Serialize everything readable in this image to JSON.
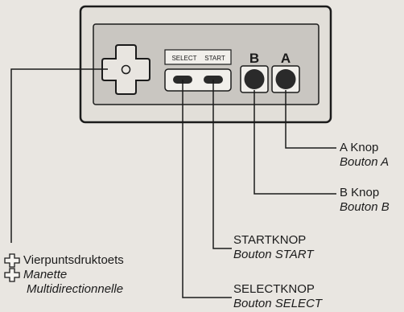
{
  "controller": {
    "select_label": "SELECT",
    "start_label": "START",
    "b_label": "B",
    "a_label": "A"
  },
  "callouts": {
    "a_button": {
      "nl": "A Knop",
      "fr": "Bouton A"
    },
    "b_button": {
      "nl": "B Knop",
      "fr": "Bouton B"
    },
    "start_button": {
      "nl": "STARTKNOP",
      "fr": "Bouton START"
    },
    "select_button": {
      "nl": "SELECTKNOP",
      "fr": "Bouton SELECT"
    },
    "dpad": {
      "nl": "Vierpuntsdruktoets",
      "fr_line1": "Manette",
      "fr_line2": "Multidirectionnelle"
    }
  },
  "colors": {
    "body": "#e2dfd9",
    "panel": "#c9c6c1",
    "ink": "#1b1b1b",
    "button_dark": "#2a2a2a"
  }
}
